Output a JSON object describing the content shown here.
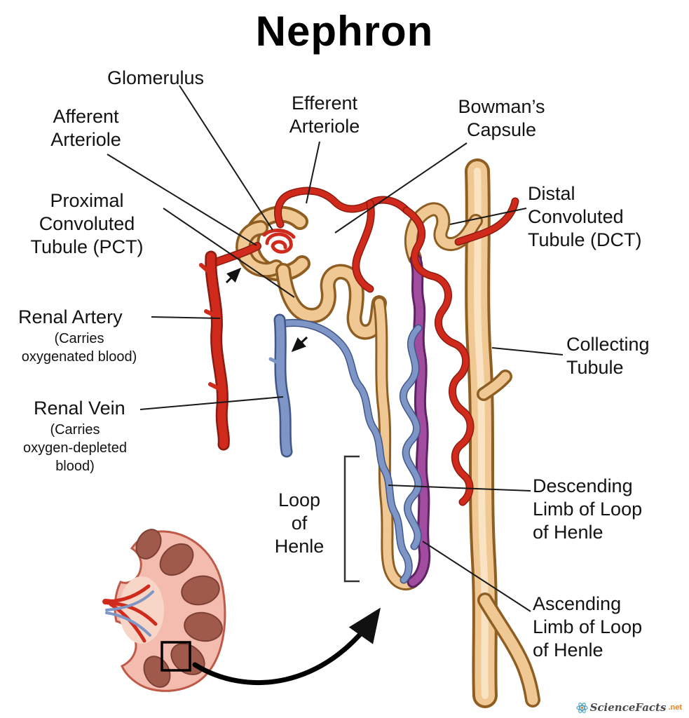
{
  "title": "Nephron",
  "labels": {
    "glomerulus": "Glomerulus",
    "afferent_arteriole": "Afferent\nArteriole",
    "efferent_arteriole": "Efferent\nArteriole",
    "bowmans_capsule": "Bowman’s\nCapsule",
    "proximal_convoluted_tubule": "Proximal\nConvoluted\nTubule (PCT)",
    "distal_convoluted_tubule": "Distal\nConvoluted\nTubule (DCT)",
    "renal_artery": "Renal Artery",
    "renal_artery_note": "(Carries\noxygenated blood)",
    "renal_vein": "Renal Vein",
    "renal_vein_note": "(Carries\noxygen-depleted\nblood)",
    "collecting_tubule": "Collecting\nTubule",
    "loop_of_henle": "Loop\nof\nHenle",
    "descending_limb": "Descending\nLimb of Loop\nof Henle",
    "ascending_limb": "Ascending\nLimb of Loop\nof Henle"
  },
  "watermark": {
    "brand": "ScienceFacts",
    "suffix": ".net"
  },
  "colors": {
    "artery-red": "#cf2a1c",
    "artery-dark": "#8c1b10",
    "vein-blue": "#7e96c6",
    "vein-dark": "#41568c",
    "tubule-tan": "#f0c894",
    "tubule-dark": "#8e5e22",
    "tubule-light": "#f9e3c2",
    "ascending-purple": "#a14c9f",
    "purple-dark": "#5d2363",
    "kidney-pink": "#f3bcae",
    "kidney-outline": "#c05a48",
    "pyramid-brown": "#a05a4c",
    "pyramid-dark": "#7e4035",
    "label-black": "#1a1a1a"
  }
}
